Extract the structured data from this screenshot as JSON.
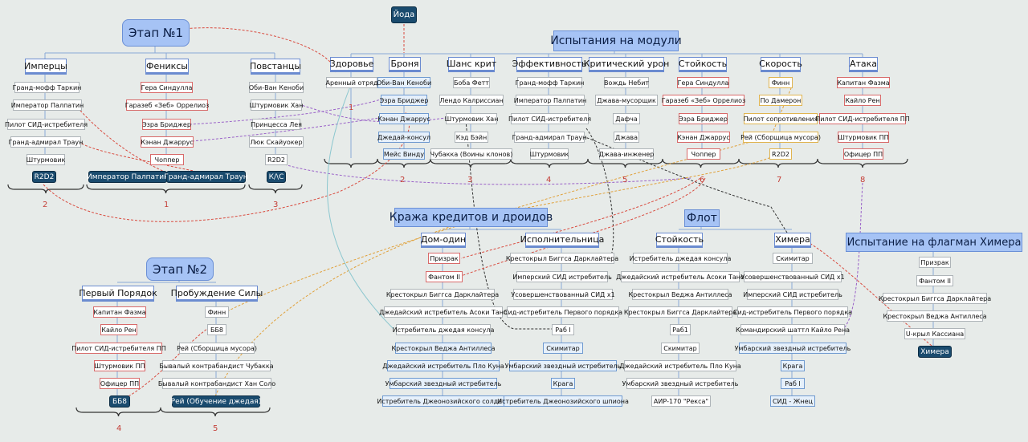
{
  "colors": {
    "bg": "#e7ebe9",
    "red": "#d94b3f",
    "purple": "#9a62c8",
    "orange": "#e0a13b",
    "teal": "#8cc7cf",
    "black": "#333333",
    "blue": "#6f8fd0"
  },
  "yoda": "Йода",
  "stage1": {
    "title": "Этап №1",
    "cats": [
      "Имперцы",
      "Фениксы",
      "Повстанцы"
    ],
    "c1": [
      "Гранд-мофф Таркин",
      "Император Палпатин",
      "Пилот СИД-истребителя",
      "Гранд-адмирал Траун",
      "Штурмовик"
    ],
    "c2": [
      "Гера Синдулла",
      "Гаразеб «Зеб» Оррелиоз",
      "Эзра Бриджер",
      "Кэнан Джаррус",
      "Чоппер"
    ],
    "c3": [
      "Оби-Ван Кеноби",
      "Штурмовик Хан",
      "Принцесса Лея",
      "Люк Скайуокер",
      "R2D2"
    ],
    "rewards": [
      "R2D2",
      "Император Палпатин",
      "Гранд-адмирал Траун",
      "К/\\С"
    ],
    "nums": [
      "2",
      "1",
      "3"
    ]
  },
  "stage2": {
    "title": "Этап №2",
    "cats": [
      "Первый Порядок",
      "Пробуждение Силы"
    ],
    "c1": [
      "Капитан Фазма",
      "Кайло Рен",
      "Пилот СИД-истребителя ПП",
      "Штурмовик ПП",
      "Офицер ПП"
    ],
    "c2": [
      "Финн",
      "ББ8",
      "Рей (Сборщица мусора)",
      "Бывалый контрабандист Чубакка",
      "Бывалый контрабандист Хан Соло"
    ],
    "rewards": [
      "ББ8",
      "Рей (Обучение джедая)"
    ],
    "nums": [
      "4",
      "5"
    ]
  },
  "trials": {
    "title": "Испытания на модули",
    "cols": [
      {
        "name": "Здоровье",
        "items": [
          "Аренный отряд"
        ]
      },
      {
        "name": "Броня",
        "items": [
          "Оби-Ван Кеноби",
          "Эзра Бриджер",
          "Кэнан Джаррус",
          "Джедай-консул",
          "Мейс Винду"
        ]
      },
      {
        "name": "Шанс крит",
        "items": [
          "Боба Фетт",
          "Лендо Калриссиан",
          "Штурмовик Хан",
          "Кэд Бэйн",
          "Чубакка (Воины клонов)"
        ]
      },
      {
        "name": "Эффективность",
        "items": [
          "Гранд-мофф Таркин",
          "Император Палпатин",
          "Пилот СИД-истребителя",
          "Гранд-адмирал Траун",
          "Штурмовик"
        ]
      },
      {
        "name": "Критический урон",
        "items": [
          "Вождь Небит",
          "Джава-мусорщик",
          "Дафча",
          "Джава",
          "Джава-инженер"
        ]
      },
      {
        "name": "Стойкость",
        "items": [
          "Гера Синдулла",
          "Гаразеб «Зеб» Оррелиоз",
          "Эзра Бриджер",
          "Кэнан Джаррус",
          "Чоппер"
        ]
      },
      {
        "name": "Скорость",
        "items": [
          "Финн",
          "По Дамерон",
          "Пилот сопротивления",
          "Рей (Сборщица мусора)",
          "R2D2"
        ]
      },
      {
        "name": "Атака",
        "items": [
          "Капитан Фазма",
          "Кайло Рен",
          "Пилот СИД-истребителя ПП",
          "Штурмовик ПП",
          "Офицер ПП"
        ]
      }
    ],
    "nums": [
      "1",
      "2",
      "3",
      "4",
      "5",
      "6",
      "7",
      "8"
    ]
  },
  "heist": {
    "title": "Кража кредитов и дроидов",
    "dom": {
      "name": "Дом-один",
      "items": [
        "Призрак",
        "Фантом II",
        "Крестокрыл Биггса Дарклайтера",
        "Джедайский истребитель Асоки Тано",
        "Истребитель джедая консула",
        "Крестокрыл Веджа Антиллеса",
        "Джедайский истребитель Пло Куна",
        "Умбарский звездный истребитель",
        "Истребитель Джеонозийского солдата"
      ]
    },
    "exec": {
      "name": "Исполнительница",
      "items": [
        "Крестокрыл Биггса Дарклайтера",
        "Имперский СИД истребитель",
        "Усовершенствованный СИД х1",
        "Сид-истребитель Первого порядка",
        "Раб I",
        "Скимитар",
        "Умбарский звездный истребитель",
        "Крага",
        "Истребитель Джеонозийского шпиона"
      ]
    }
  },
  "fleet": {
    "title": "Флот",
    "stoik": {
      "name": "Стойкость",
      "items": [
        "Истребитель джедая консула",
        "Джедайский истребитель Асоки Тано",
        "Крестокрыл Веджа Антиллеса",
        "Крестокрыл Биггса Дарклайтера",
        "Раб1",
        "Скимитар",
        "Джедайский истребитель Пло Куна",
        "Умбарский звездный истребитель",
        "АИР-170 \"Рекса\""
      ]
    },
    "chim": {
      "name": "Химера",
      "items": [
        "Скимитар",
        "Усовершенствованный СИД х1",
        "Имперский СИД истребитель",
        "Сид-истребитель Первого порядка",
        "Командирский шаттл Кайло Рена",
        "Умбарский звездный истребитель",
        "Крага",
        "Раб I",
        "СИД - Жнец"
      ]
    }
  },
  "flag": {
    "title": "Испытание на флагман Химера",
    "items": [
      "Призрак",
      "Фантом II",
      "Крестокрыл Биггса Дарклайтера",
      "Крестокрыл Веджа Антиллеса",
      "U-крыл Кассиана"
    ],
    "reward": "Химера"
  }
}
